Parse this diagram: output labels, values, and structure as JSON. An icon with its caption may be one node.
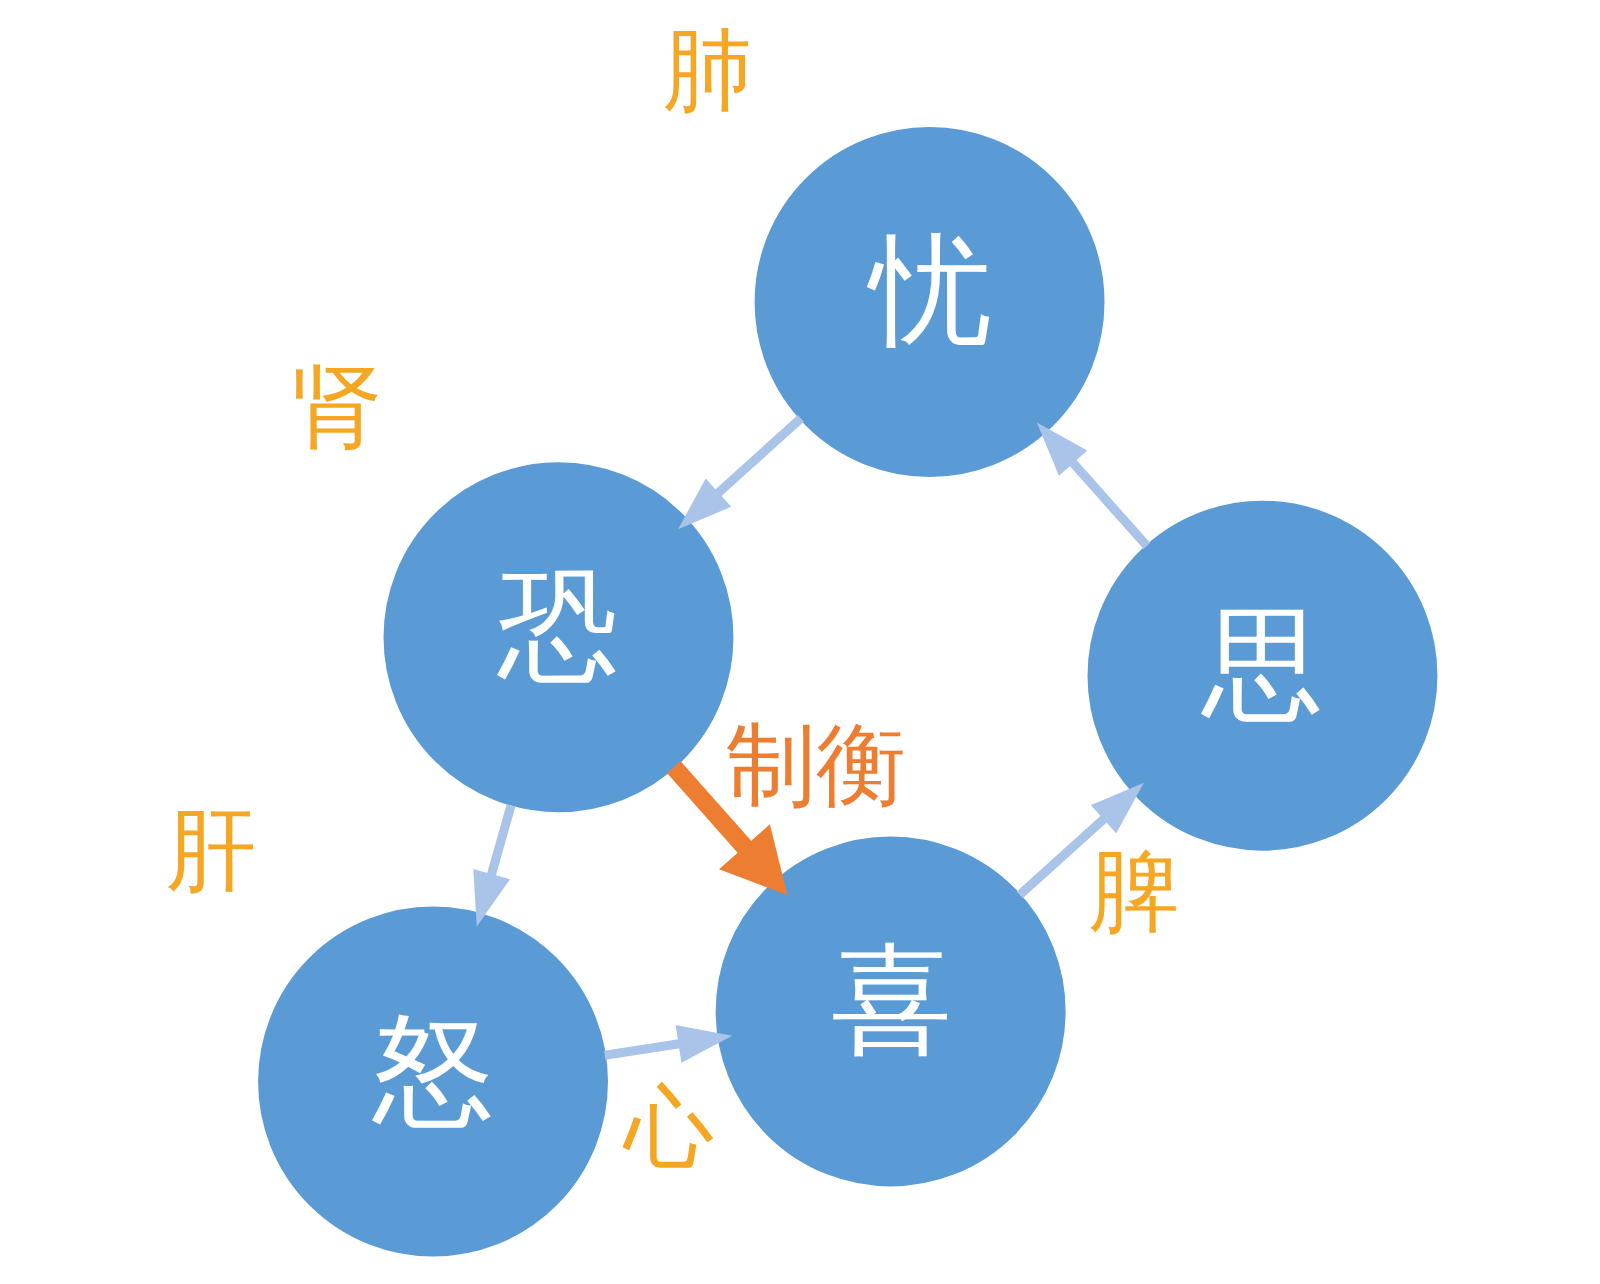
{
  "diagram": {
    "nodes": [
      {
        "text": [
          "怒"
        ],
        "beside": [
          "肝"
        ]
      },
      {
        "text": [
          "恐"
        ],
        "beside": [
          "肾"
        ]
      },
      {
        "text": [
          "喜"
        ],
        "beside": [
          "心"
        ]
      },
      {
        "text": [
          "忧"
        ],
        "beside": [
          "肺"
        ]
      },
      {
        "text": [
          "思"
        ],
        "beside": [
          "脾"
        ]
      }
    ],
    "edges": [
      {
        "from": 0,
        "to": 2,
        "arrow": "to"
      },
      {
        "from": 2,
        "to": 4,
        "arrow": "to"
      },
      {
        "from": 4,
        "to": 3,
        "arrow": "to"
      },
      {
        "from": 3,
        "to": 1,
        "arrow": "to"
      },
      {
        "from": 1,
        "to": 0,
        "arrow": "to"
      },
      {
        "from": 1,
        "to": 2,
        "arrow": "to",
        "label": "制衡",
        "style": "thick",
        "color": "#ed7d31"
      }
    ]
  }
}
